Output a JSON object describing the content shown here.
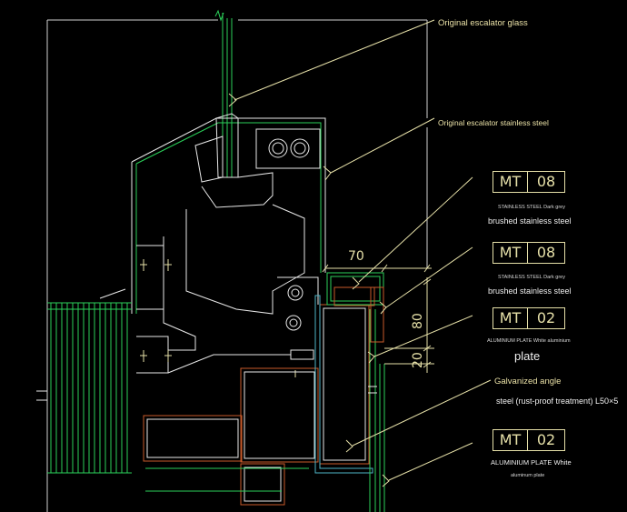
{
  "callouts": {
    "glass": "Original escalator glass",
    "stainless": "Original escalator stainless steel",
    "galv_angle": "Galvanized angle",
    "galv_spec": "steel (rust-proof treatment) L50×5"
  },
  "tags": [
    {
      "code": "MT",
      "num": "08",
      "line1": "STAINLESS STEEL Dark grey",
      "line2": "brushed stainless steel"
    },
    {
      "code": "MT",
      "num": "08",
      "line1": "STAINLESS STEEL Dark grey",
      "line2": "brushed stainless steel"
    },
    {
      "code": "MT",
      "num": "02",
      "line1": "ALUMINIUM PLATE White aluminium",
      "line2": "plate"
    },
    {
      "code": "MT",
      "num": "02",
      "line1": "ALUMINIUM PLATE White",
      "line2": "aluminum plate"
    }
  ],
  "dimensions": {
    "d70": "70",
    "d80": "80",
    "d20": "20"
  },
  "colors": {
    "green": "#1fa84a",
    "yellow": "#e6e0a8",
    "white": "#e8e8e8",
    "orange": "#c85a2a",
    "cyan": "#4fb6c8"
  }
}
